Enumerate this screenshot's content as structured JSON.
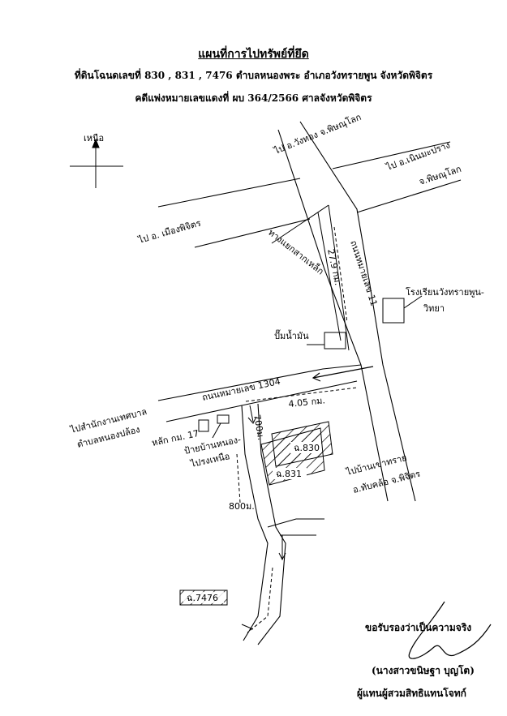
{
  "header": {
    "title": "แผนที่การไปทรัพย์ที่ยึด",
    "subtitle": "ที่ดินโฉนดเลขที่ 830 , 831 , 7476 ตำบลหนองพระ อำเภอวังทรายพูน จังหวัดพิจิตร",
    "case": "คดีแพ่งหมายเลขแดงที่ ผบ 364/2566 ศาลจังหวัดพิจิตร"
  },
  "map": {
    "north": "เหนือ",
    "to_wangthong": "ไป อ.วังทอง จ.พิษณุโลก",
    "to_noenmaprang_1": "ไป อ.เนินมะปราง",
    "to_noenmaprang_2": "จ.พิษณุโลก",
    "to_mueang": "ไป อ. เมืองพิจิตร",
    "junction": "ทางแยกสากเหล็ก",
    "dist_27_9": "27.9 กม.",
    "road_11": "ถนนหมายเลข 11",
    "school_1": "โรงเรียนวังทรายพูน-",
    "school_2": "วิทยา",
    "gas_station": "ปั๊มน้ำมัน",
    "road_1304": "ถนนหมายเลข 1304",
    "dist_4_05": "4.05 กม.",
    "to_office_1": "ไปสำนักงานเทศบาล",
    "to_office_2": "ตำบลหนองปล้อง",
    "km_marker": "หลัก กม. 17",
    "village_sign_1": "ป้ายบ้านหนอง-",
    "village_sign_2": "ไปรงเหนือ",
    "dist_700": "700ม.",
    "dist_800": "800ม.",
    "plot_830": "ฉ.830",
    "plot_831": "ฉ.831",
    "plot_7476": "ฉ.7476",
    "to_khaosai_1": "ไปบ้านเขาทราย",
    "to_khaosai_2": "อ.ทับคล้อ จ.พิจิตร"
  },
  "signature": {
    "certify": "ขอรับรองว่าเป็นความจริง",
    "name": "(นางสาวขนิษฐา บุญโต)",
    "role": "ผู้แทนผู้สวมสิทธิแทนโจทก์"
  }
}
